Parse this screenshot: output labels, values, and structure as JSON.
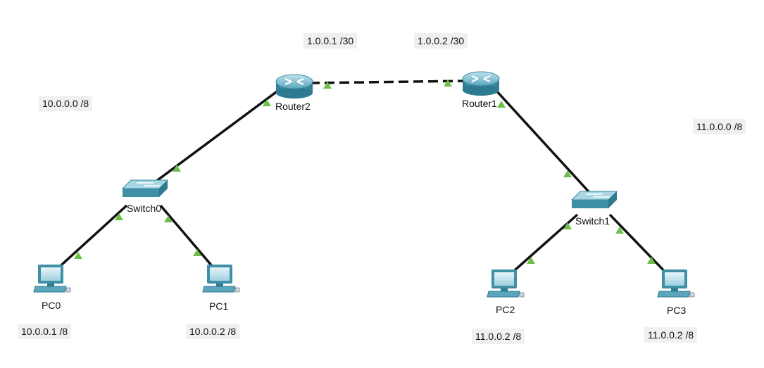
{
  "diagram": {
    "title": "Network topology",
    "colors": {
      "link": "#111111",
      "link_up": "#6cc04a",
      "note_bg": "#f0f0f0",
      "device": "#3f8fa5"
    },
    "devices": {
      "router2": {
        "label": "Router2",
        "type": "router"
      },
      "router1": {
        "label": "Router1",
        "type": "router"
      },
      "switch0": {
        "label": "Switch0",
        "type": "switch"
      },
      "switch1": {
        "label": "Switch1",
        "type": "switch"
      },
      "pc0": {
        "label": "PC0",
        "type": "pc"
      },
      "pc1": {
        "label": "PC1",
        "type": "pc"
      },
      "pc2": {
        "label": "PC2",
        "type": "pc"
      },
      "pc3": {
        "label": "PC3",
        "type": "pc"
      }
    },
    "links": [
      {
        "from": "router2",
        "to": "router1",
        "style": "dashed"
      },
      {
        "from": "router2",
        "to": "switch0",
        "style": "solid"
      },
      {
        "from": "router1",
        "to": "switch1",
        "style": "solid"
      },
      {
        "from": "switch0",
        "to": "pc0",
        "style": "solid"
      },
      {
        "from": "switch0",
        "to": "pc1",
        "style": "solid"
      },
      {
        "from": "switch1",
        "to": "pc2",
        "style": "solid"
      },
      {
        "from": "switch1",
        "to": "pc3",
        "style": "solid"
      }
    ],
    "notes": {
      "router2_ip": "1.0.0.1 /30",
      "router1_ip": "1.0.0.2 /30",
      "net_left": "10.0.0.0 /8",
      "net_right": "11.0.0.0 /8",
      "pc0_ip": "10.0.0.1 /8",
      "pc1_ip": "10.0.0.2 /8",
      "pc2_ip": "11.0.0.2 /8",
      "pc3_ip": "11.0.0.2 /8"
    }
  }
}
